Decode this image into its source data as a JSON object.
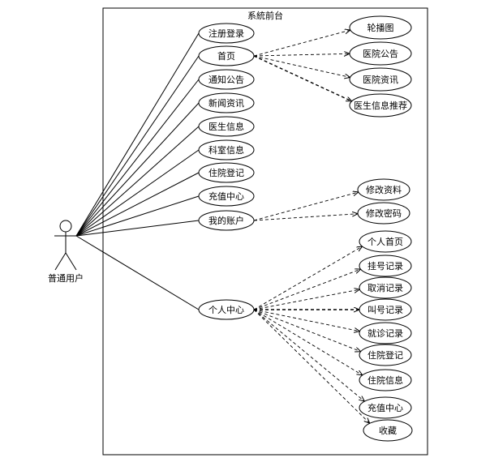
{
  "system": {
    "title": "系統前台"
  },
  "actor": {
    "label": "普通用户"
  },
  "main_use_cases": [
    {
      "id": "register",
      "label": "注册登录"
    },
    {
      "id": "home",
      "label": "首页"
    },
    {
      "id": "notice",
      "label": "通知公告"
    },
    {
      "id": "news",
      "label": "新闻资讯"
    },
    {
      "id": "doctor",
      "label": "医生信息"
    },
    {
      "id": "dept",
      "label": "科室信息"
    },
    {
      "id": "hosp-reg",
      "label": "住院登记"
    },
    {
      "id": "recharge",
      "label": "充值中心"
    },
    {
      "id": "account",
      "label": "我的账户"
    },
    {
      "id": "personal",
      "label": "个人中心"
    }
  ],
  "sub_use_cases": [
    {
      "id": "carousel",
      "label": "轮播图",
      "parent": "home"
    },
    {
      "id": "hospital-notice",
      "label": "医院公告",
      "parent": "home"
    },
    {
      "id": "hospital-news",
      "label": "医院资讯",
      "parent": "home"
    },
    {
      "id": "doctor-recommend",
      "label": "医生信息推荐",
      "parent": "home"
    },
    {
      "id": "edit-profile",
      "label": "修改资料",
      "parent": "account"
    },
    {
      "id": "edit-password",
      "label": "修改密码",
      "parent": "account"
    },
    {
      "id": "personal-home",
      "label": "个人首页",
      "parent": "personal"
    },
    {
      "id": "reg-record",
      "label": "挂号记录",
      "parent": "personal"
    },
    {
      "id": "cancel-record",
      "label": "取消记录",
      "parent": "personal"
    },
    {
      "id": "call-record",
      "label": "叫号记录",
      "parent": "personal"
    },
    {
      "id": "visit-record",
      "label": "就诊记录",
      "parent": "personal"
    },
    {
      "id": "hosp-reg-2",
      "label": "住院登记",
      "parent": "personal"
    },
    {
      "id": "hosp-info",
      "label": "住院信息",
      "parent": "personal"
    },
    {
      "id": "recharge-2",
      "label": "充值中心",
      "parent": "personal"
    },
    {
      "id": "favorites",
      "label": "收藏",
      "parent": "personal"
    }
  ]
}
